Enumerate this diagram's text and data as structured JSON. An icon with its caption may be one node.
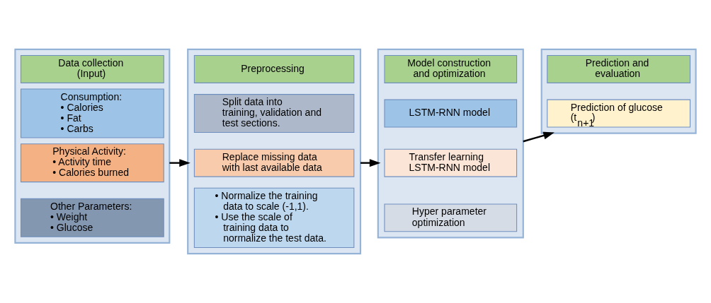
{
  "diagram": {
    "nodes": [
      {
        "text": [],
        "shape": "box"
      },
      {
        "text": [
          "Data collection (Input)"
        ],
        "in": 0
      },
      {
        "text": [
          "Consumption:",
          "• Calories",
          "• Fat",
          "• Carbs"
        ],
        "in": 0
      },
      {
        "text": [
          "Physical Activity:",
          "• Activity time",
          "• Calories burned"
        ],
        "in": 0
      },
      {
        "text": [
          "Other Parameters:",
          "• Weight",
          "• Glucose"
        ],
        "in": 0
      },
      {
        "text": [],
        "shape": "box"
      },
      {
        "text": [
          "Preprocessing"
        ],
        "in": 5
      },
      {
        "text": [
          "Split data into training, validation and test sections."
        ],
        "in": 5
      },
      {
        "text": [
          "Replace missing data with last available data"
        ],
        "in": 5
      },
      {
        "text": [
          "• Normalize the training data to scale (-1,1).",
          "• Use the scale of training data to normalize the test data."
        ],
        "in": 5
      },
      {
        "text": [],
        "shape": "box"
      },
      {
        "text": [
          "Model construction and optimization"
        ],
        "in": 10
      },
      {
        "text": [
          "LSTM-RNN model"
        ],
        "in": 10
      },
      {
        "text": [
          "Transfer learning LSTM-RNN model"
        ],
        "in": 10
      },
      {
        "text": [
          "Hyper parameter optimization"
        ],
        "in": 10
      },
      {
        "text": [],
        "shape": "box"
      },
      {
        "text": [
          "Prediction and evaluation"
        ],
        "in": 15
      },
      {
        "text": [
          "Prediction of glucose (t$_{n+1}$)"
        ],
        "in": 15
      }
    ],
    "edges": [
      {
        "from": 0,
        "to": 5,
        "arrow": "to"
      },
      {
        "from": 5,
        "to": 10,
        "arrow": "to"
      },
      {
        "from": 10,
        "to": 15,
        "arrow": "to"
      }
    ]
  }
}
